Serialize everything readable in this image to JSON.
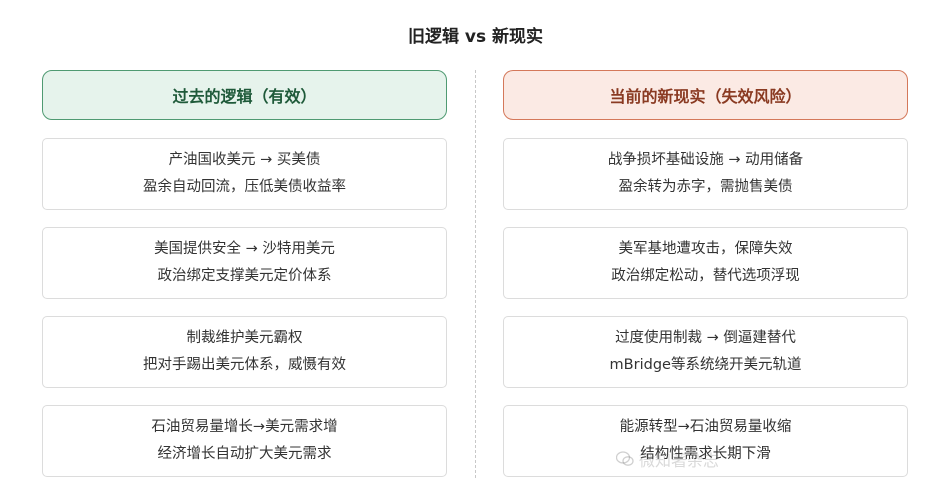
{
  "title": "旧逻辑 vs 新现实",
  "left": {
    "header": "过去的逻辑（有效）",
    "cards": [
      {
        "line1": "产油国收美元 → 买美债",
        "line2": "盈余自动回流，压低美债收益率"
      },
      {
        "line1": "美国提供安全 → 沙特用美元",
        "line2": "政治绑定支撑美元定价体系"
      },
      {
        "line1": "制裁维护美元霸权",
        "line2": "把对手踢出美元体系，威慑有效"
      },
      {
        "line1": "石油贸易量增长→美元需求增",
        "line2": "经济增长自动扩大美元需求"
      }
    ]
  },
  "right": {
    "header": "当前的新现实（失效风险）",
    "cards": [
      {
        "line1": "战争损坏基础设施 → 动用储备",
        "line2": "盈余转为赤字，需抛售美债"
      },
      {
        "line1": "美军基地遭攻击，保障失效",
        "line2": "政治绑定松动，替代选项浮现"
      },
      {
        "line1": "过度使用制裁 → 倒逼建替代",
        "line2": "mBridge等系统绕开美元轨道"
      },
      {
        "line1": "能源转型→石油贸易量收缩",
        "line2": "结构性需求长期下滑"
      }
    ]
  },
  "watermark": {
    "text": "微知著杂志",
    "icon": "wechat-icon"
  },
  "colors": {
    "old_accent": "#4f9a72",
    "old_fill": "#e6f3ec",
    "new_accent": "#d4785a",
    "new_fill": "#fbeae4"
  }
}
